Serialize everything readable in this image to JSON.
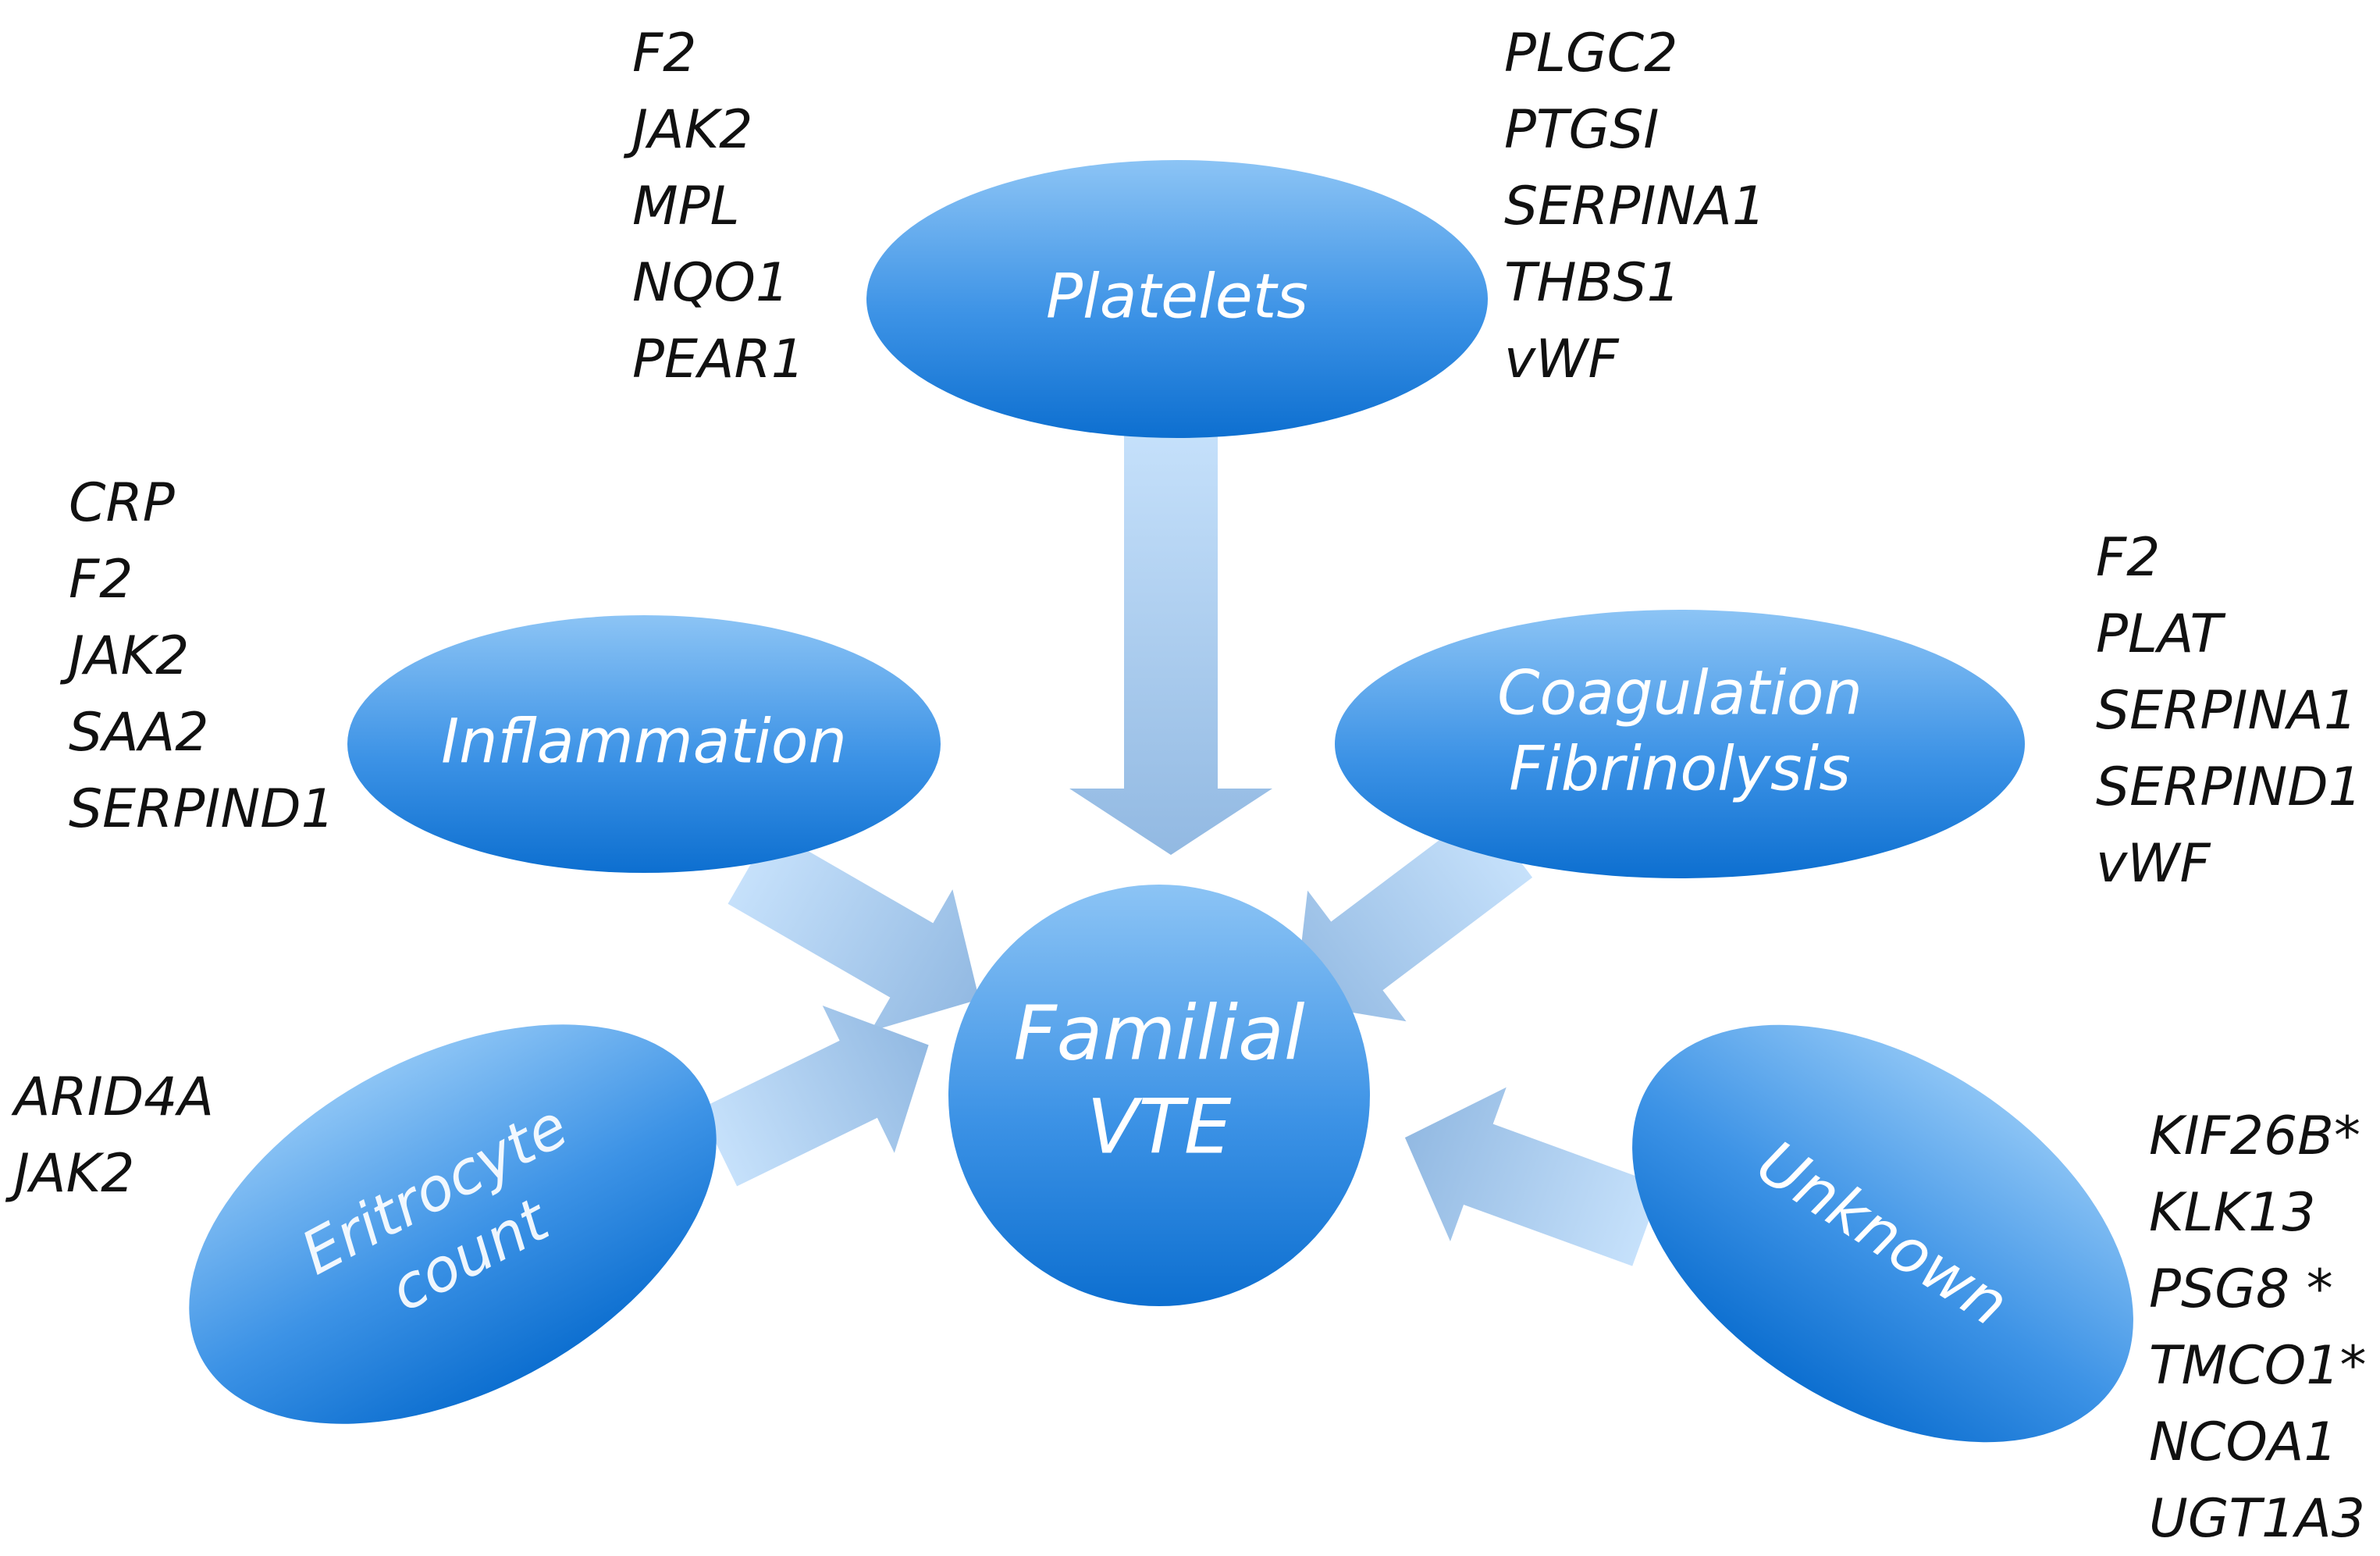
{
  "colors": {
    "node_light": "#8cc4f5",
    "node_dark": "#0d6fd0",
    "arrow_light": "#c6e1fb",
    "arrow_dark": "#92b9e2",
    "gene_text": "#111111",
    "label_text": "#ffffff"
  },
  "center": {
    "label_line1": "Familial",
    "label_line2": "VTE"
  },
  "nodes": {
    "platelets": {
      "label": "Platelets"
    },
    "inflammation": {
      "label": "Inflammation"
    },
    "coagulation": {
      "label_line1": "Coagulation",
      "label_line2": "Fibrinolysis"
    },
    "eritrocyte": {
      "label_line1": "Eritrocyte",
      "label_line2": "count"
    },
    "unknown": {
      "label": "Unknown"
    }
  },
  "gene_lists": {
    "platelets_left": [
      "F2",
      "JAK2",
      "MPL",
      "NQO1",
      "PEAR1"
    ],
    "platelets_right": [
      "PLGC2",
      "PTGSI",
      "SERPINA1",
      "THBS1",
      "vWF"
    ],
    "inflammation": [
      "CRP",
      "F2",
      "JAK2",
      "SAA2",
      "SERPIND1"
    ],
    "coagulation": [
      "F2",
      "PLAT",
      "SERPINA1",
      "SERPIND1",
      "vWF"
    ],
    "eritrocyte": [
      "ARID4A",
      "JAK2"
    ],
    "unknown": [
      "KIF26B*",
      "KLK13",
      "PSG8 *",
      "TMCO1*",
      "NCOA1",
      "UGT1A3"
    ]
  }
}
